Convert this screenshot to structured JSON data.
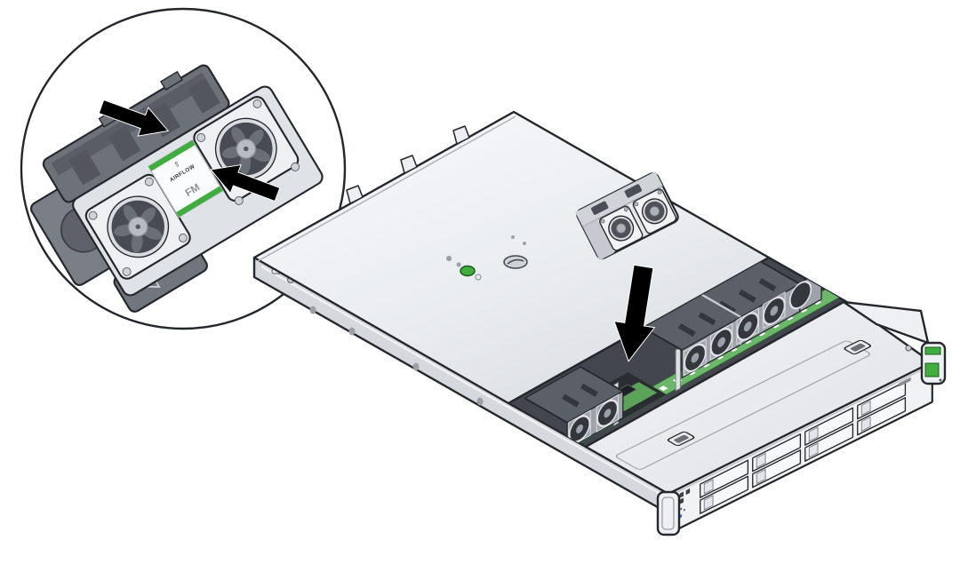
{
  "figure": {
    "kind": "server-hardware-installation-illustration",
    "description": "Isometric line-art of a 1U rack server with its top cover partially removed; a dual-rotor fan module hovers above an empty fan slot with a black insertion arrow, and a circular callout magnifies the fan module showing grip arrows and its labels."
  },
  "callout": {
    "airflow_label": "AIRFLOW",
    "airflow_arrow_glyph": "⇧",
    "fan_module_label": "FM",
    "grip_arrow_count": 2
  },
  "scene": {
    "installed_fan_rotors_visible": 7,
    "empty_fan_slots": 1,
    "replacement_fan_modules": 1,
    "drive_bays_visible": 8,
    "rack_ears_visible": 2
  },
  "colors": {
    "background": "#ffffff",
    "line": "#24272b",
    "chassis_light": "#f2f4f6",
    "chassis_mid": "#d8dbdf",
    "fan_gray": "#6d7278",
    "fan_gray_dark": "#53575d",
    "bay_dark": "#43464c",
    "slot_dark": "#2a2d31",
    "pcb_green": "#6cb86a",
    "pcb_green_dark": "#5ca35a",
    "accent_green": "#3fae3f",
    "arrow_black": "#000000",
    "led_blue": "#3b6fd4"
  }
}
